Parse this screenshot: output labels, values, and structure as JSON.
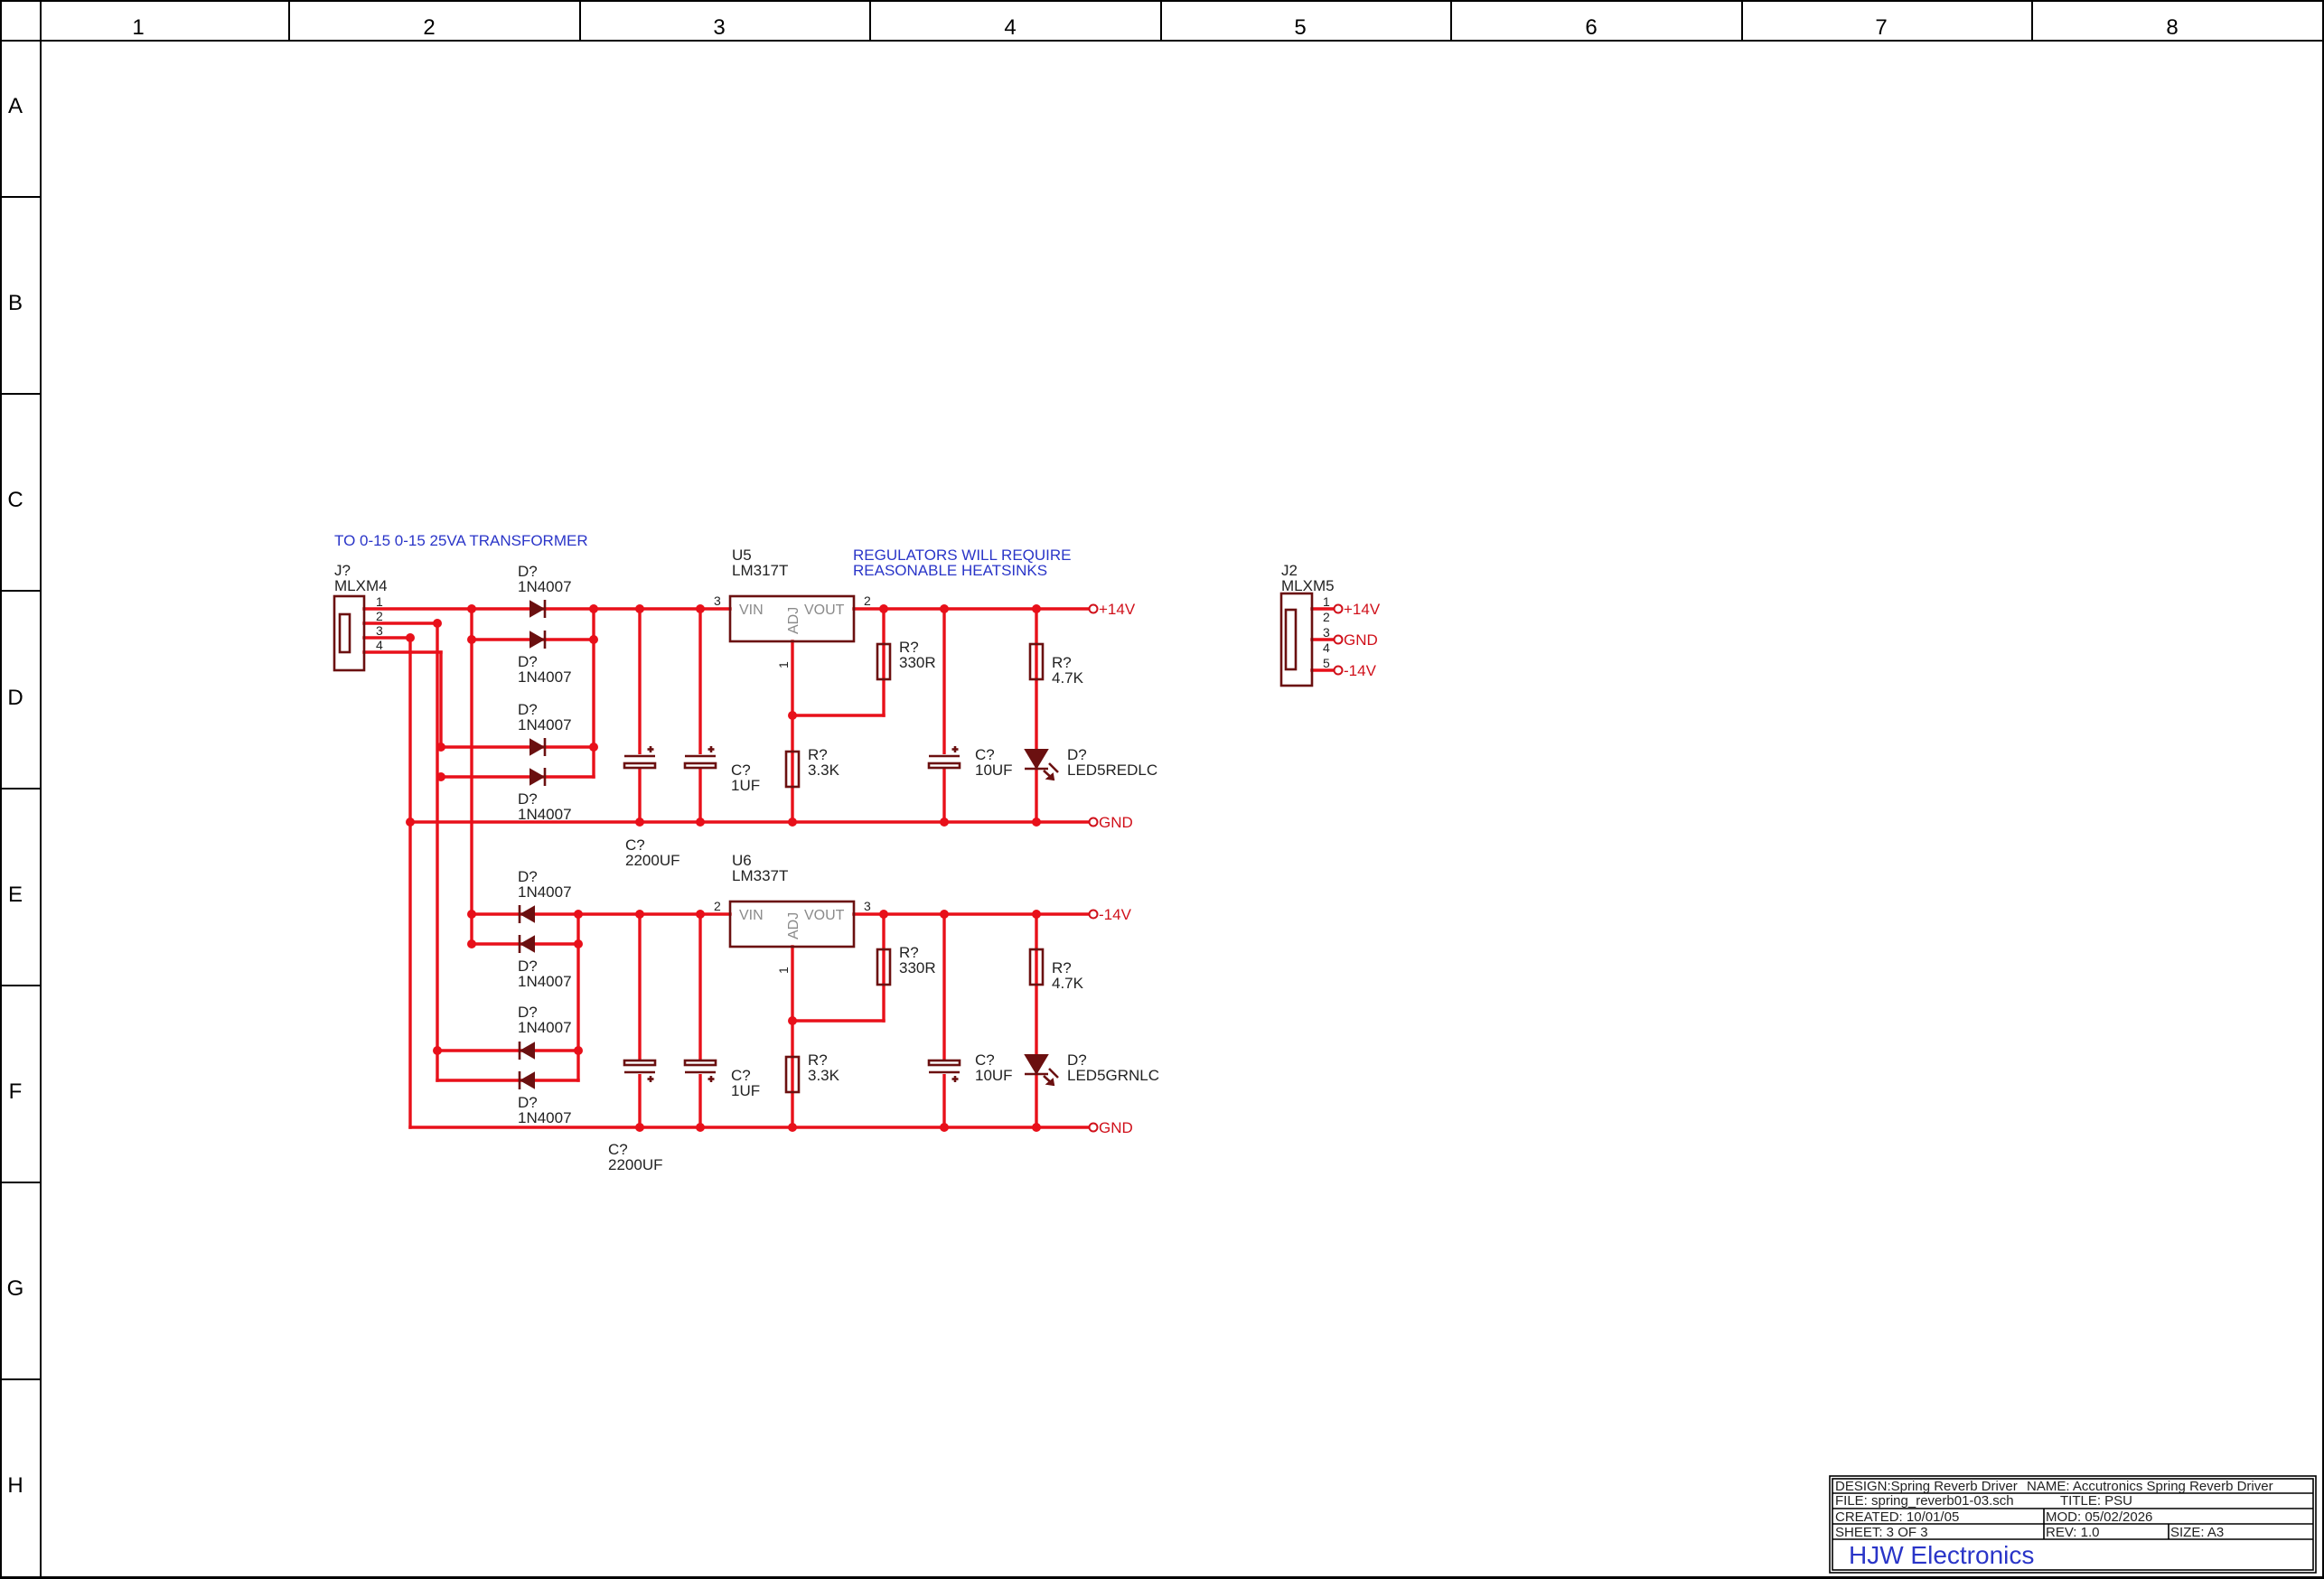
{
  "sheet": {
    "columns": [
      "1",
      "2",
      "3",
      "4",
      "5",
      "6",
      "7",
      "8"
    ],
    "rows": [
      "A",
      "B",
      "C",
      "D",
      "E",
      "F",
      "G",
      "H"
    ],
    "notes": {
      "transformer": "TO 0-15 0-15 25VA TRANSFORMER",
      "heatsink_line1": "REGULATORS WILL REQUIRE",
      "heatsink_line2": "REASONABLE HEATSINKS"
    }
  },
  "components": {
    "j_in": {
      "ref": "J?",
      "value": "MLXM4",
      "pins": [
        "1",
        "2",
        "3",
        "4"
      ]
    },
    "j2": {
      "ref": "J2",
      "value": "MLXM5",
      "pins": [
        "1",
        "2",
        "3",
        "4",
        "5"
      ]
    },
    "diode_ref": "D?",
    "diode_value": "1N4007",
    "u5": {
      "ref": "U5",
      "value": "LM317T",
      "in_pin": "3",
      "out_pin": "2",
      "adj_pin": "1"
    },
    "u6": {
      "ref": "U6",
      "value": "LM337T",
      "in_pin": "2",
      "out_pin": "3",
      "adj_pin": "1"
    },
    "reg_labels": {
      "vin": "VIN",
      "adj": "ADJ",
      "vout": "VOUT"
    },
    "cap_ref": "C?",
    "bulk_cap_value": "2200UF",
    "c_1uf": "1UF",
    "c_10uf": "10UF",
    "res_ref": "R?",
    "r_330": "330R",
    "r_3k3": "3.3K",
    "r_4k7": "4.7K",
    "led_ref": "D?",
    "led_red": "LED5REDLC",
    "led_green": "LED5GRNLC"
  },
  "ports": {
    "pos14": "+14V",
    "gnd": "GND",
    "neg14": "-14V"
  },
  "title_block": {
    "design": "DESIGN:Spring Reverb Driver",
    "name": "NAME:   Accutronics Spring Reverb Driver",
    "file": "FILE: spring_reverb01-03.sch",
    "title": "TITLE:   PSU",
    "created": "CREATED:  10/01/05",
    "mod": "MOD:  05/02/2026",
    "sheet": "SHEET:    3  OF  3",
    "rev": "REV:  1.0",
    "size": "SIZE:  A3",
    "company": "HJW Electronics"
  },
  "colors": {
    "wire": "#e8101a",
    "part": "#6b1010",
    "note": "#2a35c8",
    "text": "#222222"
  }
}
